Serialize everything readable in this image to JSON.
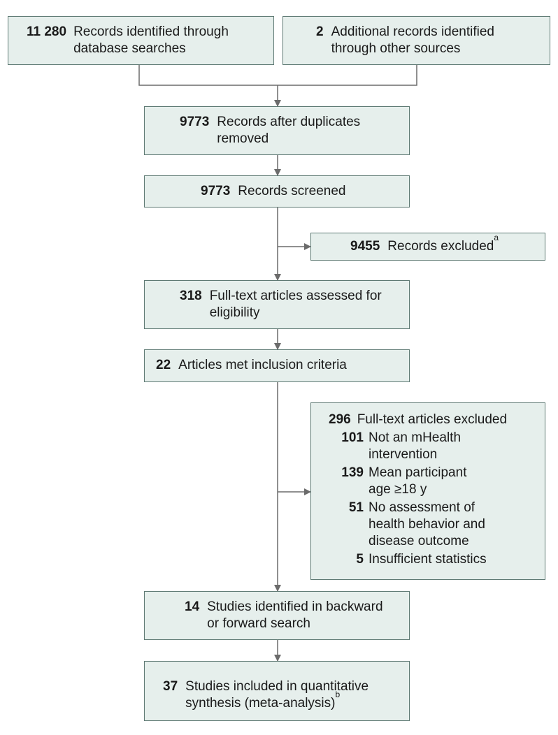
{
  "boxes": {
    "identified_db": {
      "count": "11 280",
      "text": "Records identified through database searches"
    },
    "identified_other": {
      "count": "2",
      "text": "Additional records identified through other sources"
    },
    "after_duplicates": {
      "count": "9773",
      "text": "Records after duplicates removed"
    },
    "screened": {
      "count": "9773",
      "text": "Records screened"
    },
    "excluded": {
      "count": "9455",
      "text": "Records excluded",
      "note": "a"
    },
    "assessed": {
      "count": "318",
      "text": "Full-text articles assessed for eligibility"
    },
    "met_criteria": {
      "count": "22",
      "text": "Articles met inclusion criteria"
    },
    "fulltext_excluded": {
      "count": "296",
      "text": "Full-text articles excluded",
      "reasons": [
        {
          "count": "101",
          "text": "Not an mHealth intervention"
        },
        {
          "count": "139",
          "text": "Mean participant age ≥18 y"
        },
        {
          "count": "51",
          "text": "No assessment of health behavior and disease outcome"
        },
        {
          "count": "5",
          "text": "Insufficient statistics"
        }
      ]
    },
    "backward_forward": {
      "count": "14",
      "text": "Studies identified in backward or forward search"
    },
    "included": {
      "count": "37",
      "text": "Studies included in quantitative synthesis (meta-analysis)",
      "note": "b"
    }
  },
  "colors": {
    "box_fill": "#e6efec",
    "box_border": "#5f7a74",
    "connector": "#6b6b6b"
  }
}
